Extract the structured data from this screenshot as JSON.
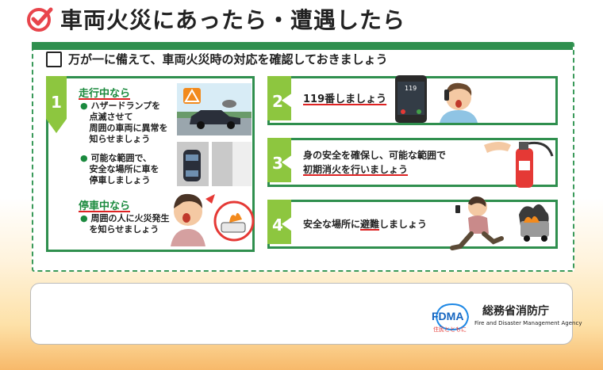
{
  "title": "車両火災にあったら・遭遇したら",
  "subtitle": "万が一に備えて、車両火災時の対応を確認しておきましょう",
  "step1": {
    "number": "1",
    "driving_heading": "走行中なら",
    "driving_items": [
      [
        "ハザードランプを",
        "点滅させて",
        "周囲の車両に異常を",
        "知らせましょう"
      ],
      [
        "可能な範囲で、",
        "安全な場所に車を",
        "停車しましょう"
      ]
    ],
    "stopped_heading": "停車中なら",
    "stopped_items": [
      [
        "周囲の人に火災発生",
        "を知らせましょう"
      ]
    ]
  },
  "step2": {
    "number": "2",
    "text_main": "119番しましょう",
    "phone_display": "119"
  },
  "step3": {
    "number": "3",
    "line1": "身の安全を確保し、可能な範囲で",
    "line2": "初期消火を行いましょう"
  },
  "step4": {
    "number": "4",
    "text_pre": "安全な場所に",
    "text_ul": "避難",
    "text_post": "しましょう"
  },
  "footer": {
    "logo_text": "FDMA",
    "logo_tagline": "住民とともに",
    "agency_jp": "総務省消防庁",
    "agency_en": "Fire and Disaster Management Agency"
  },
  "colors": {
    "green": "#2f8f4e",
    "light_green": "#8dc63f",
    "red": "#d22",
    "title_check": "#e8454c"
  }
}
